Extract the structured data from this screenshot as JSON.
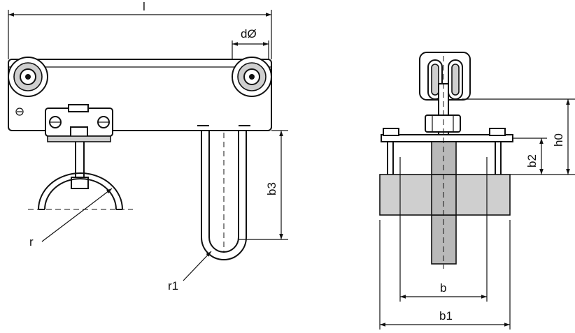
{
  "labels": {
    "l": "l",
    "d": "dØ",
    "r": "r",
    "r1": "r1",
    "b3": "b3",
    "h0": "h0",
    "b2": "b2",
    "b": "b",
    "b1": "b1"
  }
}
